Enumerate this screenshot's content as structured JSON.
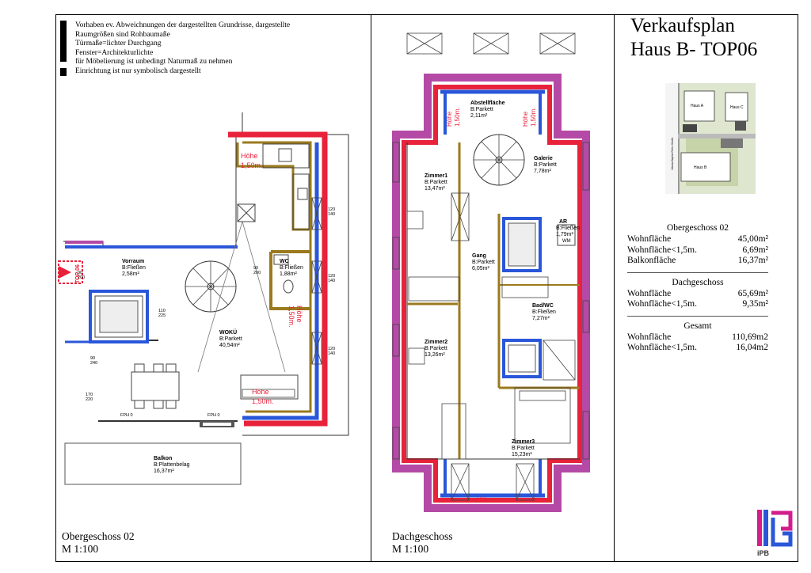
{
  "notice": {
    "lines": [
      "Vorhaben ev. Abweichnungen der dargestellten Grundrisse, dargestellte",
      "Raumgrößen sind Rohbaumaße",
      "Türmaße=lichter Durchgang",
      "Fenster=Architekturlichte",
      "für Möbelierung ist unbedingt Naturmaß zu nehmen",
      "Einrichtung ist nur symbolisch dargestellt"
    ]
  },
  "title": {
    "line1": "Verkaufsplan",
    "line2": "Haus B- TOP06"
  },
  "site_plan": {
    "labels": [
      "Haus A",
      "Haus C",
      "Haus B"
    ],
    "street": "Johann-Baptist-Reiter-Straße"
  },
  "stats": {
    "obergeschoss": {
      "heading": "Obergeschoss 02",
      "rows": [
        {
          "label": "Wohnfläche",
          "value": "45,00m²"
        },
        {
          "label": "Wohnfläche<1,5m.",
          "value": "6,69m²"
        },
        {
          "label": "Balkonfläche",
          "value": "16,37m²"
        }
      ]
    },
    "dachgeschoss": {
      "heading": "Dachgeschoss",
      "rows": [
        {
          "label": "Wohnfläche",
          "value": "65,69m²"
        },
        {
          "label": "Wohnfläche<1,5m.",
          "value": "9,35m²"
        }
      ]
    },
    "gesamt": {
      "heading": "Gesamt",
      "rows": [
        {
          "label": "Wohnfläche",
          "value": "110,69m2"
        },
        {
          "label": "Wohnfläche<1,5m.",
          "value": "16,04m2"
        }
      ]
    }
  },
  "floor_labels": {
    "og": {
      "name": "Obergeschoss 02",
      "scale": "M 1:100"
    },
    "dg": {
      "name": "Dachgeschoss",
      "scale": "M 1:100"
    }
  },
  "og_rooms": {
    "vorraum": {
      "name": "Vorraum",
      "floor": "B:Fließen",
      "area": "2,58m²"
    },
    "wc": {
      "name": "WC",
      "floor": "B:Fließen",
      "area": "1,88m²"
    },
    "woku": {
      "name": "WOKÜ",
      "floor": "B:Parkett",
      "area": "40,54m²"
    },
    "balkon": {
      "name": "Balkon",
      "floor": "B:Plattenbelag",
      "area": "16,37m²"
    },
    "top": "TOP 06",
    "hoehe1": "Höhe",
    "hoehe1b": "1,50m.",
    "hoehe2": "Höhe",
    "hoehe2b": "1,50m.",
    "hoehe3": "Höhe",
    "hoehe3b": "1,50m.",
    "dims": [
      "120\n140",
      "120\n140",
      "120\n140",
      "90\n200",
      "90\n200",
      "110\n225",
      "170\n220",
      "90\n240",
      "FPH 0",
      "FPH 0"
    ]
  },
  "dg_rooms": {
    "abstell": {
      "name": "Abstellfläche",
      "floor": "B:Parkett",
      "area": "2,11m²"
    },
    "zimmer1": {
      "name": "Zimmer1",
      "floor": "B:Parkett",
      "area": "13,47m²"
    },
    "galerie": {
      "name": "Galerie",
      "floor": "B:Parkett",
      "area": "7,78m²"
    },
    "ar": {
      "name": "AR",
      "floor": "B:Fließen",
      "area": "1,79m²"
    },
    "wm": "WM",
    "gang": {
      "name": "Gang",
      "floor": "B:Parkett",
      "area": "6,05m²"
    },
    "bad": {
      "name": "Bad/WC",
      "floor": "B:Fließen",
      "area": "7,27m²"
    },
    "zimmer2": {
      "name": "Zimmer2",
      "floor": "B:Parkett",
      "area": "13,26m²"
    },
    "zimmer3": {
      "name": "Zimmer3",
      "floor": "B:Parkett",
      "area": "15,23m²"
    },
    "hoehe": "Höhe",
    "hoehe_val": "1,50m."
  },
  "logo": {
    "text": "iPB"
  }
}
